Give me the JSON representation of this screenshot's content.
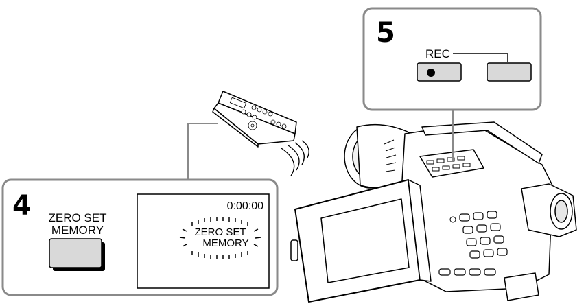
{
  "step4": {
    "number": "4",
    "button_label_line1": "ZERO SET",
    "button_label_line2": "MEMORY",
    "display": {
      "counter": "0:00:00",
      "blink_line1": "ZERO SET",
      "blink_line2": "MEMORY"
    }
  },
  "step5": {
    "number": "5",
    "rec_label": "REC"
  },
  "colors": {
    "button_fill": "#d9d9d9",
    "callout_border": "#8a8a8a",
    "line": "#000000"
  }
}
